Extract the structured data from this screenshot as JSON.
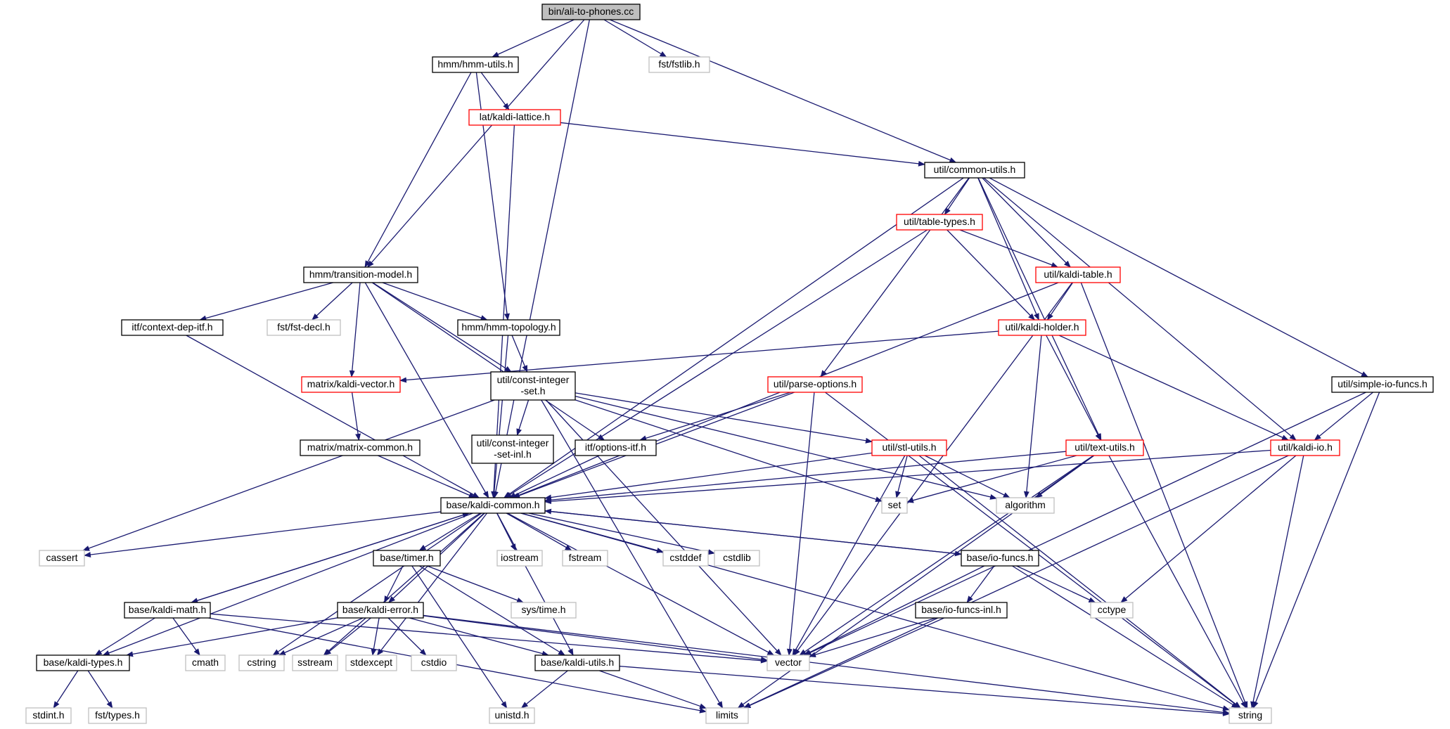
{
  "colors": {
    "edge": "#191970",
    "border_default": "#000000",
    "border_truncated": "#ff0000",
    "border_system": "#bfbfbf",
    "fill_root": "#bfbfbf",
    "fill_default": "#ffffff"
  },
  "nodes": [
    {
      "id": "ali",
      "lines": [
        "bin/ali-to-phones.cc"
      ],
      "kind": "root"
    },
    {
      "id": "hmmutils",
      "lines": [
        "hmm/hmm-utils.h"
      ],
      "kind": "default"
    },
    {
      "id": "fstlib",
      "lines": [
        "fst/fstlib.h"
      ],
      "kind": "system"
    },
    {
      "id": "latkaldi",
      "lines": [
        "lat/kaldi-lattice.h"
      ],
      "kind": "truncated"
    },
    {
      "id": "commonutils",
      "lines": [
        "util/common-utils.h"
      ],
      "kind": "default"
    },
    {
      "id": "tabletypes",
      "lines": [
        "util/table-types.h"
      ],
      "kind": "truncated"
    },
    {
      "id": "kalditable",
      "lines": [
        "util/kaldi-table.h"
      ],
      "kind": "truncated"
    },
    {
      "id": "transmodel",
      "lines": [
        "hmm/transition-model.h"
      ],
      "kind": "default"
    },
    {
      "id": "kaldiholder",
      "lines": [
        "util/kaldi-holder.h"
      ],
      "kind": "truncated"
    },
    {
      "id": "ctxdep",
      "lines": [
        "itf/context-dep-itf.h"
      ],
      "kind": "default"
    },
    {
      "id": "fstdecl",
      "lines": [
        "fst/fst-decl.h"
      ],
      "kind": "system"
    },
    {
      "id": "hmmtopo",
      "lines": [
        "hmm/hmm-topology.h"
      ],
      "kind": "default"
    },
    {
      "id": "simpleio",
      "lines": [
        "util/simple-io-funcs.h"
      ],
      "kind": "default"
    },
    {
      "id": "kaldivector",
      "lines": [
        "matrix/kaldi-vector.h"
      ],
      "kind": "truncated"
    },
    {
      "id": "constintset",
      "lines": [
        "util/const-integer",
        "-set.h"
      ],
      "kind": "default"
    },
    {
      "id": "parseopts",
      "lines": [
        "util/parse-options.h"
      ],
      "kind": "truncated"
    },
    {
      "id": "constintsetinl",
      "lines": [
        "util/const-integer",
        "-set-inl.h"
      ],
      "kind": "default"
    },
    {
      "id": "matrixcommon",
      "lines": [
        "matrix/matrix-common.h"
      ],
      "kind": "default"
    },
    {
      "id": "optionsitf",
      "lines": [
        "itf/options-itf.h"
      ],
      "kind": "default"
    },
    {
      "id": "stlutils",
      "lines": [
        "util/stl-utils.h"
      ],
      "kind": "truncated"
    },
    {
      "id": "textutils",
      "lines": [
        "util/text-utils.h"
      ],
      "kind": "truncated"
    },
    {
      "id": "kaldiio",
      "lines": [
        "util/kaldi-io.h"
      ],
      "kind": "truncated"
    },
    {
      "id": "kaldicommon",
      "lines": [
        "base/kaldi-common.h"
      ],
      "kind": "default"
    },
    {
      "id": "set",
      "lines": [
        "set"
      ],
      "kind": "system"
    },
    {
      "id": "algorithm",
      "lines": [
        "algorithm"
      ],
      "kind": "system"
    },
    {
      "id": "cassert",
      "lines": [
        "cassert"
      ],
      "kind": "system"
    },
    {
      "id": "timer",
      "lines": [
        "base/timer.h"
      ],
      "kind": "default"
    },
    {
      "id": "iostream",
      "lines": [
        "iostream"
      ],
      "kind": "system"
    },
    {
      "id": "fstream",
      "lines": [
        "fstream"
      ],
      "kind": "system"
    },
    {
      "id": "cstddef",
      "lines": [
        "cstddef"
      ],
      "kind": "system"
    },
    {
      "id": "cstdlib",
      "lines": [
        "cstdlib"
      ],
      "kind": "system"
    },
    {
      "id": "iofuncs",
      "lines": [
        "base/io-funcs.h"
      ],
      "kind": "default"
    },
    {
      "id": "kaldimath",
      "lines": [
        "base/kaldi-math.h"
      ],
      "kind": "default"
    },
    {
      "id": "kaldierror",
      "lines": [
        "base/kaldi-error.h"
      ],
      "kind": "default"
    },
    {
      "id": "systime",
      "lines": [
        "sys/time.h"
      ],
      "kind": "system"
    },
    {
      "id": "iofuncsinl",
      "lines": [
        "base/io-funcs-inl.h"
      ],
      "kind": "default"
    },
    {
      "id": "cctype",
      "lines": [
        "cctype"
      ],
      "kind": "system"
    },
    {
      "id": "kalditypes",
      "lines": [
        "base/kaldi-types.h"
      ],
      "kind": "default"
    },
    {
      "id": "cmath",
      "lines": [
        "cmath"
      ],
      "kind": "system"
    },
    {
      "id": "cstring",
      "lines": [
        "cstring"
      ],
      "kind": "system"
    },
    {
      "id": "sstream",
      "lines": [
        "sstream"
      ],
      "kind": "system"
    },
    {
      "id": "stdexcept",
      "lines": [
        "stdexcept"
      ],
      "kind": "system"
    },
    {
      "id": "cstdio",
      "lines": [
        "cstdio"
      ],
      "kind": "system"
    },
    {
      "id": "kaldiutils",
      "lines": [
        "base/kaldi-utils.h"
      ],
      "kind": "default"
    },
    {
      "id": "vector",
      "lines": [
        "vector"
      ],
      "kind": "system"
    },
    {
      "id": "stdint",
      "lines": [
        "stdint.h"
      ],
      "kind": "system"
    },
    {
      "id": "fsttypes",
      "lines": [
        "fst/types.h"
      ],
      "kind": "system"
    },
    {
      "id": "unistd",
      "lines": [
        "unistd.h"
      ],
      "kind": "system"
    },
    {
      "id": "limits",
      "lines": [
        "limits"
      ],
      "kind": "system"
    },
    {
      "id": "string",
      "lines": [
        "string"
      ],
      "kind": "system"
    }
  ],
  "edges": [
    [
      "ali",
      "hmmutils"
    ],
    [
      "ali",
      "fstlib"
    ],
    [
      "ali",
      "transmodel"
    ],
    [
      "ali",
      "commonutils"
    ],
    [
      "ali",
      "kaldicommon"
    ],
    [
      "hmmutils",
      "latkaldi"
    ],
    [
      "hmmutils",
      "transmodel"
    ],
    [
      "hmmutils",
      "hmmtopo"
    ],
    [
      "latkaldi",
      "commonutils"
    ],
    [
      "latkaldi",
      "kaldicommon"
    ],
    [
      "commonutils",
      "tabletypes"
    ],
    [
      "commonutils",
      "kalditable"
    ],
    [
      "commonutils",
      "kaldiholder"
    ],
    [
      "commonutils",
      "parseopts"
    ],
    [
      "commonutils",
      "textutils"
    ],
    [
      "commonutils",
      "kaldiio"
    ],
    [
      "commonutils",
      "simpleio"
    ],
    [
      "commonutils",
      "kaldicommon"
    ],
    [
      "tabletypes",
      "kalditable"
    ],
    [
      "tabletypes",
      "kaldiholder"
    ],
    [
      "tabletypes",
      "kaldicommon"
    ],
    [
      "kalditable",
      "kaldiholder"
    ],
    [
      "kalditable",
      "kaldicommon"
    ],
    [
      "kalditable",
      "vector"
    ],
    [
      "kalditable",
      "string"
    ],
    [
      "kaldiholder",
      "kaldivector"
    ],
    [
      "kaldiholder",
      "algorithm"
    ],
    [
      "kaldiholder",
      "textutils"
    ],
    [
      "kaldiholder",
      "kaldiio"
    ],
    [
      "transmodel",
      "ctxdep"
    ],
    [
      "transmodel",
      "fstdecl"
    ],
    [
      "transmodel",
      "hmmtopo"
    ],
    [
      "transmodel",
      "kaldivector"
    ],
    [
      "transmodel",
      "constintset"
    ],
    [
      "transmodel",
      "optionsitf"
    ],
    [
      "transmodel",
      "kaldicommon"
    ],
    [
      "ctxdep",
      "kaldicommon"
    ],
    [
      "hmmtopo",
      "constintset"
    ],
    [
      "hmmtopo",
      "kaldicommon"
    ],
    [
      "kaldivector",
      "matrixcommon"
    ],
    [
      "matrixcommon",
      "kaldicommon"
    ],
    [
      "constintset",
      "constintsetinl"
    ],
    [
      "constintset",
      "stlutils"
    ],
    [
      "constintset",
      "set"
    ],
    [
      "constintset",
      "algorithm"
    ],
    [
      "constintset",
      "cassert"
    ],
    [
      "constintset",
      "vector"
    ],
    [
      "constintset",
      "limits"
    ],
    [
      "parseopts",
      "optionsitf"
    ],
    [
      "parseopts",
      "kaldicommon"
    ],
    [
      "parseopts",
      "vector"
    ],
    [
      "parseopts",
      "string"
    ],
    [
      "optionsitf",
      "kaldicommon"
    ],
    [
      "stlutils",
      "kaldicommon"
    ],
    [
      "stlutils",
      "set"
    ],
    [
      "stlutils",
      "algorithm"
    ],
    [
      "stlutils",
      "vector"
    ],
    [
      "stlutils",
      "string"
    ],
    [
      "textutils",
      "kaldicommon"
    ],
    [
      "textutils",
      "set"
    ],
    [
      "textutils",
      "algorithm"
    ],
    [
      "textutils",
      "vector"
    ],
    [
      "textutils",
      "limits"
    ],
    [
      "textutils",
      "string"
    ],
    [
      "simpleio",
      "kaldiio"
    ],
    [
      "simpleio",
      "vector"
    ],
    [
      "simpleio",
      "string"
    ],
    [
      "kaldiio",
      "kaldicommon"
    ],
    [
      "kaldiio",
      "cctype"
    ],
    [
      "kaldiio",
      "limits"
    ],
    [
      "kaldiio",
      "string"
    ],
    [
      "kaldicommon",
      "cassert"
    ],
    [
      "kaldicommon",
      "timer"
    ],
    [
      "kaldicommon",
      "iostream"
    ],
    [
      "kaldicommon",
      "fstream"
    ],
    [
      "kaldicommon",
      "cstddef"
    ],
    [
      "kaldicommon",
      "cstdlib"
    ],
    [
      "kaldicommon",
      "iofuncs"
    ],
    [
      "kaldicommon",
      "kaldimath"
    ],
    [
      "kaldicommon",
      "kaldierror"
    ],
    [
      "kaldicommon",
      "kalditypes"
    ],
    [
      "kaldicommon",
      "cstring"
    ],
    [
      "kaldicommon",
      "sstream"
    ],
    [
      "kaldicommon",
      "stdexcept"
    ],
    [
      "kaldicommon",
      "kaldiutils"
    ],
    [
      "kaldicommon",
      "vector"
    ],
    [
      "kaldicommon",
      "string"
    ],
    [
      "timer",
      "kaldierror"
    ],
    [
      "timer",
      "systime"
    ],
    [
      "timer",
      "unistd"
    ],
    [
      "timer",
      "kaldiutils"
    ],
    [
      "iofuncs",
      "kaldicommon"
    ],
    [
      "iofuncs",
      "iofuncsinl"
    ],
    [
      "iofuncs",
      "cctype"
    ],
    [
      "iofuncs",
      "vector"
    ],
    [
      "iofuncs",
      "string"
    ],
    [
      "iofuncsinl",
      "vector"
    ],
    [
      "iofuncsinl",
      "limits"
    ],
    [
      "kaldimath",
      "kaldicommon"
    ],
    [
      "kaldimath",
      "kalditypes"
    ],
    [
      "kaldimath",
      "cmath"
    ],
    [
      "kaldimath",
      "limits"
    ],
    [
      "kaldimath",
      "vector"
    ],
    [
      "kaldierror",
      "kalditypes"
    ],
    [
      "kaldierror",
      "cstring"
    ],
    [
      "kaldierror",
      "sstream"
    ],
    [
      "kaldierror",
      "stdexcept"
    ],
    [
      "kaldierror",
      "cstdio"
    ],
    [
      "kaldierror",
      "kaldiutils"
    ],
    [
      "kaldierror",
      "vector"
    ],
    [
      "kaldierror",
      "string"
    ],
    [
      "kalditypes",
      "stdint"
    ],
    [
      "kalditypes",
      "fsttypes"
    ],
    [
      "kaldiutils",
      "unistd"
    ],
    [
      "kaldiutils",
      "limits"
    ],
    [
      "kaldiutils",
      "string"
    ]
  ]
}
